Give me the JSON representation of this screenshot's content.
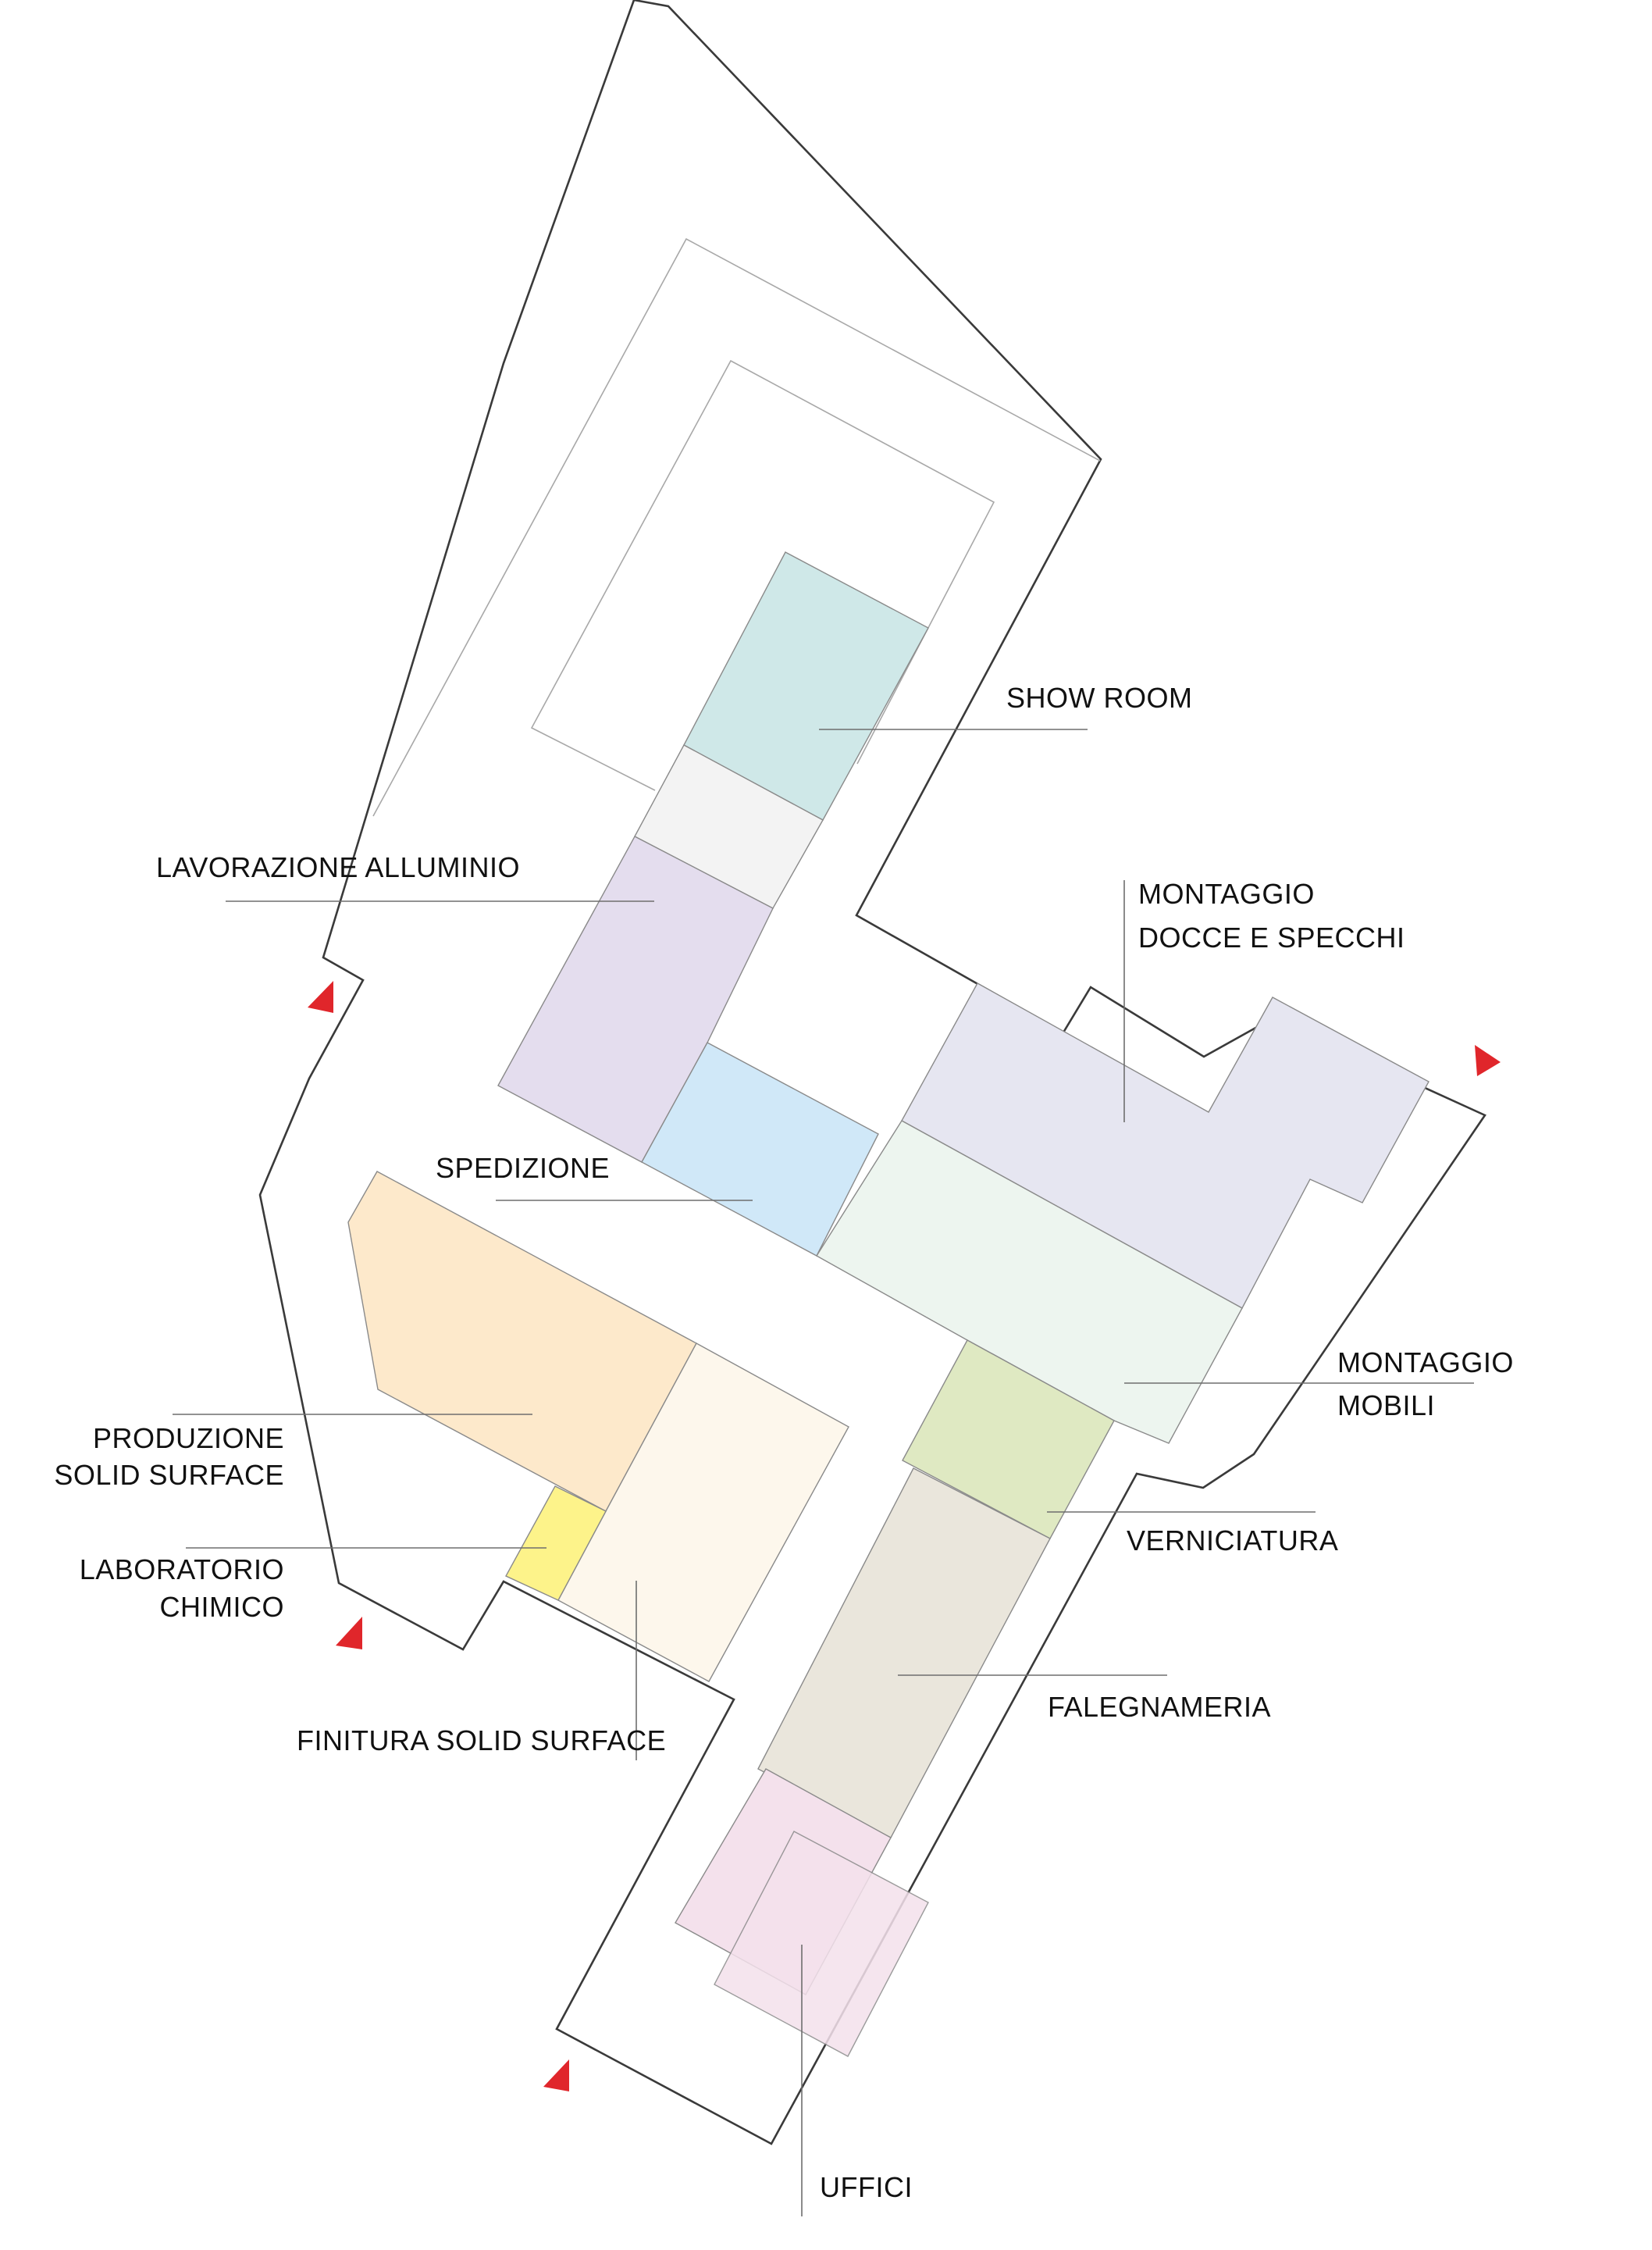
{
  "labels": {
    "show_room": "SHOW ROOM",
    "lavorazione_alluminio": "LAVORAZIONE ALLUMINIO",
    "montaggio_docce_line1": "MONTAGGIO",
    "montaggio_docce_line2": "DOCCE E SPECCHI",
    "spedizione": "SPEDIZIONE",
    "montaggio_mobili_line1": "MONTAGGIO",
    "montaggio_mobili_line2": "MOBILI",
    "produzione_line1": "PRODUZIONE",
    "produzione_line2": "SOLID SURFACE",
    "laboratorio_line1": "LABORATORIO",
    "laboratorio_line2": "CHIMICO",
    "verniciatura": "VERNICIATURA",
    "falegnameria": "FALEGNAMERIA",
    "finitura": "FINITURA SOLID SURFACE",
    "uffici": "UFFICI"
  },
  "colors": {
    "show_room": "#cfe8e8",
    "corridor": "#f3f3f3",
    "lavorazione_alluminio": "#e4ddee",
    "spedizione": "#d0e8f8",
    "montaggio_docce": "#e6e6f1",
    "montaggio_mobili": "#edf5ef",
    "verniciatura": "#dfe9c2",
    "falegnameria": "#eae6dc",
    "produzione": "#fde9cb",
    "finitura": "#fdf7ec",
    "laboratorio": "#fdf38a",
    "uffici": "#f4e1ec",
    "uffici_overlap": "#eecfe4",
    "entrance_marker": "#e0262b"
  }
}
